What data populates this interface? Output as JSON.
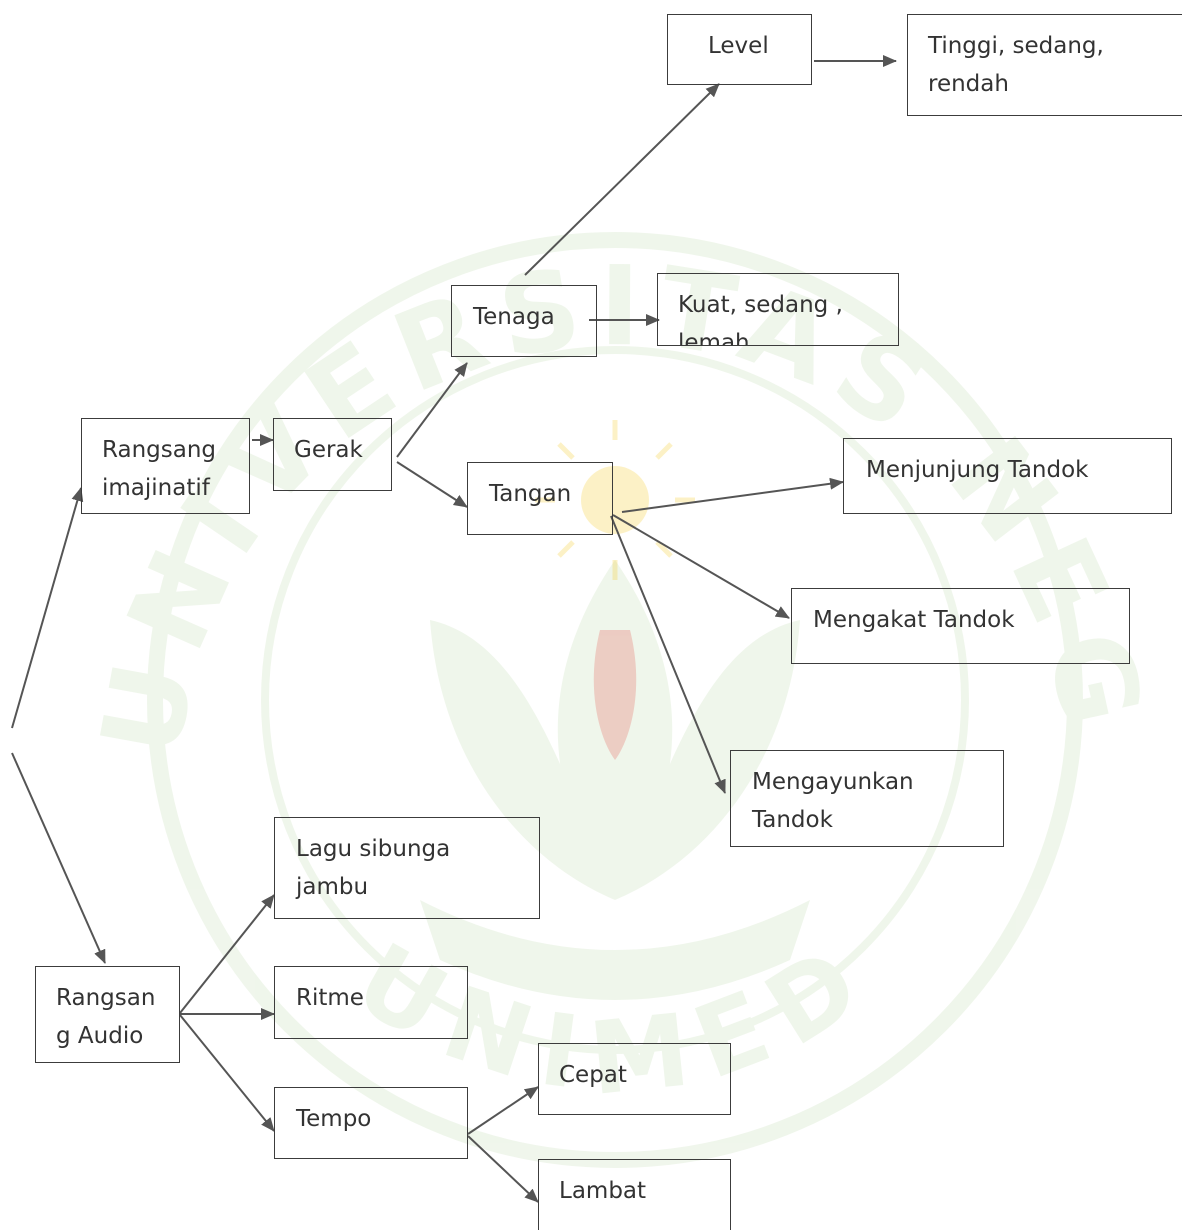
{
  "nodes": {
    "level": "Level",
    "tinggi": "Tinggi, sedang,\nrendah",
    "tenaga": "Tenaga",
    "kuat": "Kuat, sedang ,\nlemah",
    "rangsang_imajinatif": "Rangsang\nimajinatif",
    "gerak": "Gerak",
    "tangan": "Tangan",
    "menjunjung": "Menjunjung Tandok",
    "mengakat": "Mengakat Tandok",
    "mengayunkan": "Mengayunkan\nTandok",
    "lagu": "Lagu sibunga\njambu",
    "rangsang_audio": "Rangsan\ng  Audio",
    "ritme": "Ritme",
    "tempo": "Tempo",
    "cepat": "Cepat",
    "lambat": "Lambat"
  },
  "watermark": {
    "text": "UNIVERSITAS NEGERI MEDAN",
    "bottom_text": "UNIMED",
    "color": "#5aa02c"
  },
  "colors": {
    "line": "#555555",
    "border": "#3c3c3c",
    "text": "#333333"
  }
}
